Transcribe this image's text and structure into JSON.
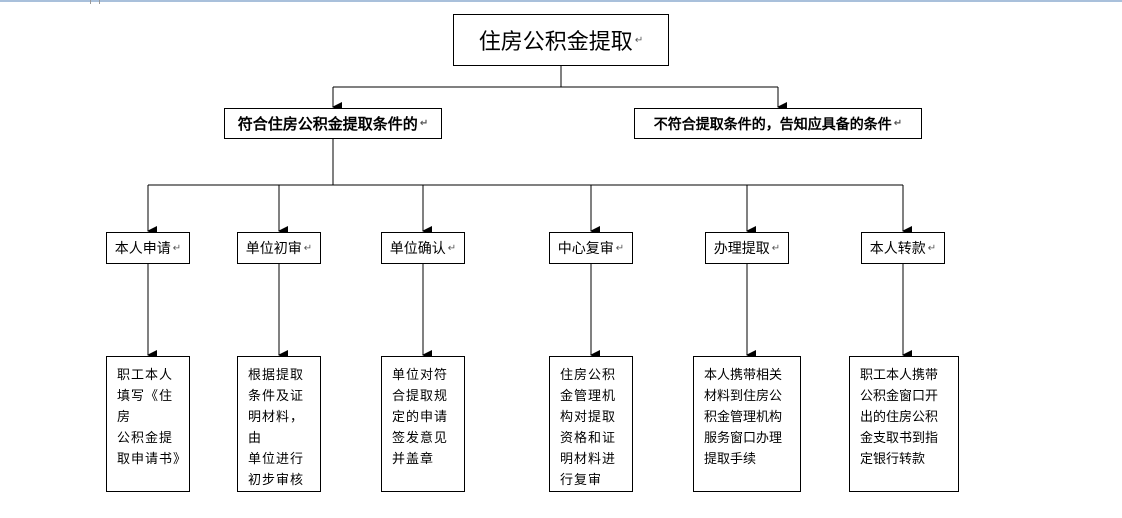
{
  "title": "住房公积金提取",
  "branches": {
    "eligible": "符合住房公积金提取条件的",
    "ineligible": "不符合提取条件的，告知应具备的条件"
  },
  "steps": [
    {
      "label": "本人申请",
      "desc": "职工本人\n填写《住房\n公积金提\n取申请书》"
    },
    {
      "label": "单位初审",
      "desc": "根据提取\n条件及证\n明材料，由\n单位进行\n初步审核"
    },
    {
      "label": "单位确认",
      "desc": "单位对符\n合提取规\n定的申请\n签发意见\n并盖章"
    },
    {
      "label": "中心复审",
      "desc": "住房公积\n金管理机\n构对提取\n资格和证\n明材料进\n行复审"
    },
    {
      "label": "办理提取",
      "desc": "本人携带相关\n材料到住房公\n积金管理机构\n服务窗口办理\n提取手续"
    },
    {
      "label": "本人转款",
      "desc": "职工本人携带\n公积金窗口开\n出的住房公积\n金支取书到指\n定银行转款"
    }
  ],
  "paragraph_mark": "↵"
}
